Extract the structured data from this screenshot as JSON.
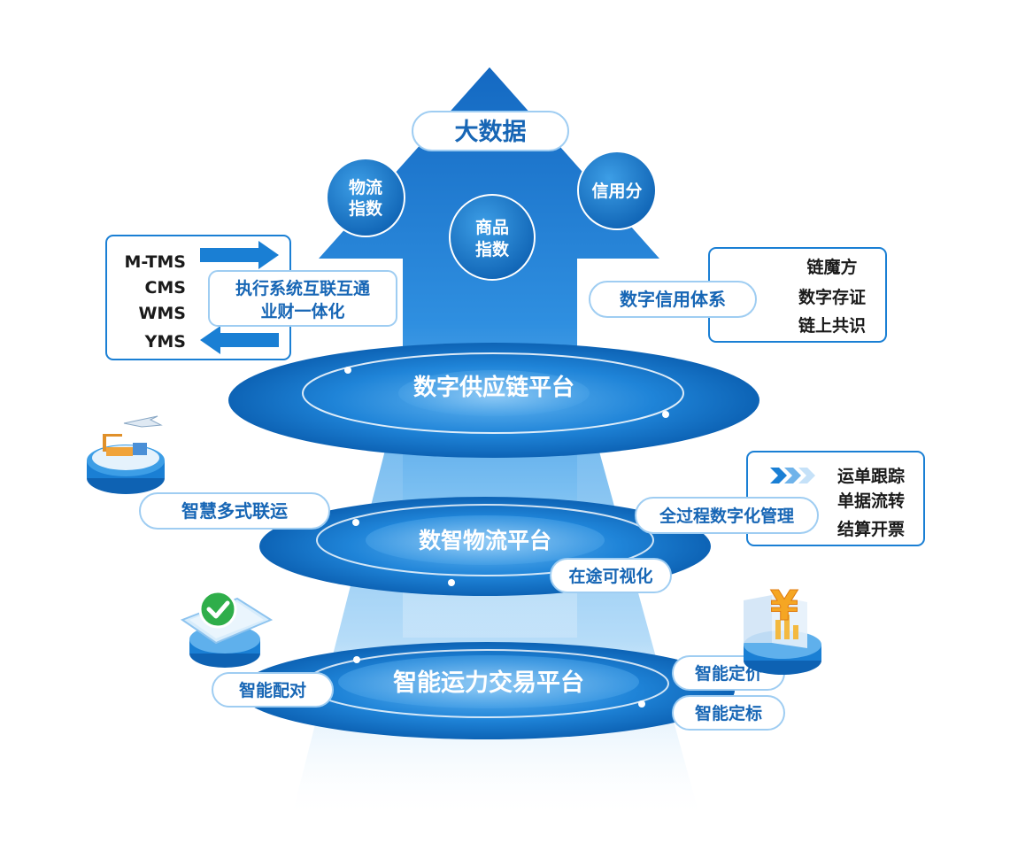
{
  "arrow_top": {
    "title": "大数据",
    "circles": [
      "物流\n指数",
      "商品\n指数",
      "信用分"
    ]
  },
  "left_box": {
    "systems": [
      "M-TMS",
      "CMS",
      "WMS",
      "YMS"
    ],
    "label_lines": [
      "执行系统互联互通",
      "业财一体化"
    ]
  },
  "right_box": {
    "label": "数字信用体系",
    "items": [
      "链魔方",
      "数字存证",
      "链上共识"
    ]
  },
  "platforms": [
    {
      "name": "数字供应链平台"
    },
    {
      "name": "数智物流平台"
    },
    {
      "name": "智能运力交易平台"
    }
  ],
  "tags": {
    "multimodal": "智慧多式联运",
    "full_process": "全过程数字化管理",
    "in_transit": "在途可视化",
    "matching": "智能配对",
    "pricing": "智能定价",
    "bidding": "智能定标"
  },
  "process_items": [
    "运单跟踪",
    "单据流转",
    "结算开票"
  ],
  "colors": {
    "primary": "#1a7fd4",
    "dark": "#0f5fae",
    "light": "#cfe6fb",
    "text_dark": "#1a1a1a",
    "tag_text": "#1766b5"
  }
}
